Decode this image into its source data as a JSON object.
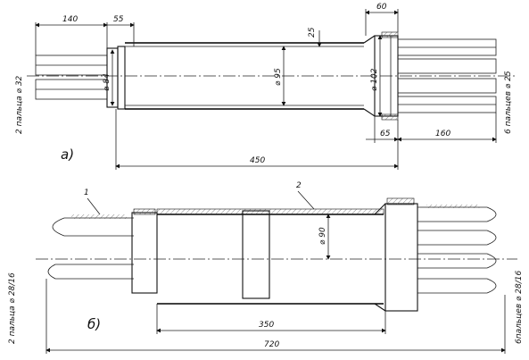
{
  "figure_a": {
    "label": "а)",
    "dims": {
      "d140": "140",
      "d55": "55",
      "d60": "60",
      "d25": "25",
      "d95": "⌀ 95",
      "d102": "⌀ 102",
      "d84": "⌀ 84",
      "d65": "65",
      "d160": "160",
      "d450": "450"
    },
    "left_note": "2 пальца ⌀ 32",
    "right_note": "6 пальцев ⌀ 25"
  },
  "figure_b": {
    "label": "б)",
    "callout_1": "1",
    "callout_2": "2",
    "dims": {
      "d90": "⌀ 90",
      "d350": "350",
      "d720": "720"
    },
    "left_note": "2 пальца ⌀ 28/16",
    "right_note": "6пальцев ⌀ 28/16"
  }
}
